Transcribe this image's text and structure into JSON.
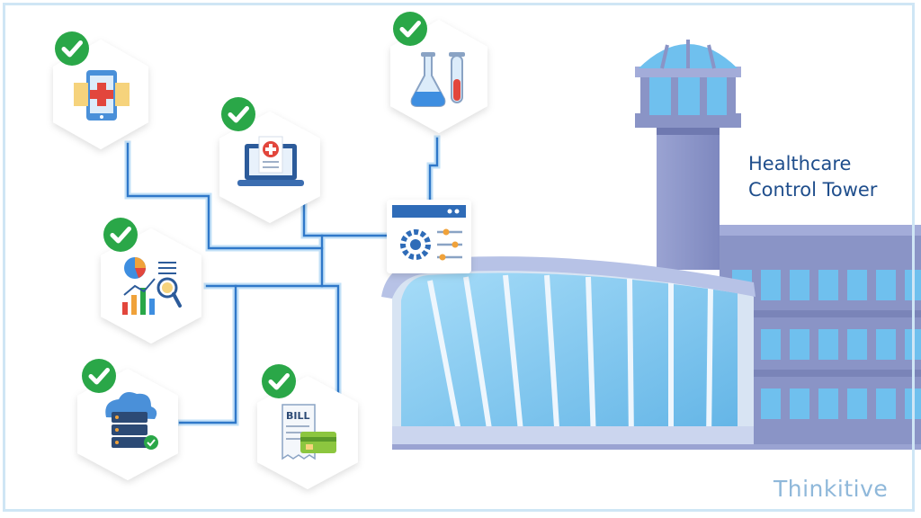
{
  "title": {
    "line1": "Healthcare",
    "line2": "Control Tower"
  },
  "bill_label": "BILL",
  "logo": {
    "text": "Thinkitive"
  },
  "colors": {
    "connector": "#2f78c9",
    "connector_glow": "#a9d4f5",
    "check": "#2aa748",
    "terminal_glass": "#7cc7f2",
    "tower": "#8c96c8",
    "title": "#1f4e8c"
  },
  "icons": [
    "telehealth-app-icon",
    "medical-laptop-icon",
    "laboratory-flask-icon",
    "control-panel-icon",
    "analytics-chart-icon",
    "cloud-server-icon",
    "bill-payment-icon"
  ]
}
